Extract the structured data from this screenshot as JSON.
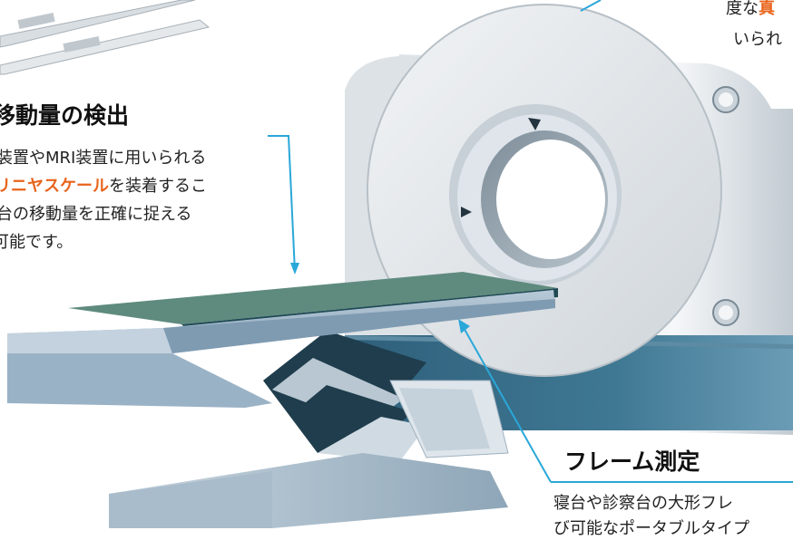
{
  "colors": {
    "accent_orange": "#e8641c",
    "callout_line": "#2aa7d9",
    "ring_gray": "#d8dde1",
    "base_blue": "#3b6e88",
    "table_green": "#5f8b7e",
    "bed_blue": "#9ab2c6"
  },
  "callouts": {
    "movement": {
      "heading": "移動量の検出",
      "line1": "装置やMRI装置に用いられる",
      "line2_highlight": "リニヤスケール",
      "line2_rest": "を装着するこ",
      "line3": "台の移動量を正確に捉える",
      "line4": "可能です。"
    },
    "frame": {
      "heading": "フレーム測定",
      "line1": "寝台や診察台の大形フレ",
      "line2": "び可能なポータブルタイプ"
    },
    "top_right": {
      "line1_pre": "度な",
      "line1_highlight": "真",
      "line2": "いられ"
    }
  },
  "icons": [
    "rail-icon",
    "hole-icon",
    "arrow-icon"
  ]
}
